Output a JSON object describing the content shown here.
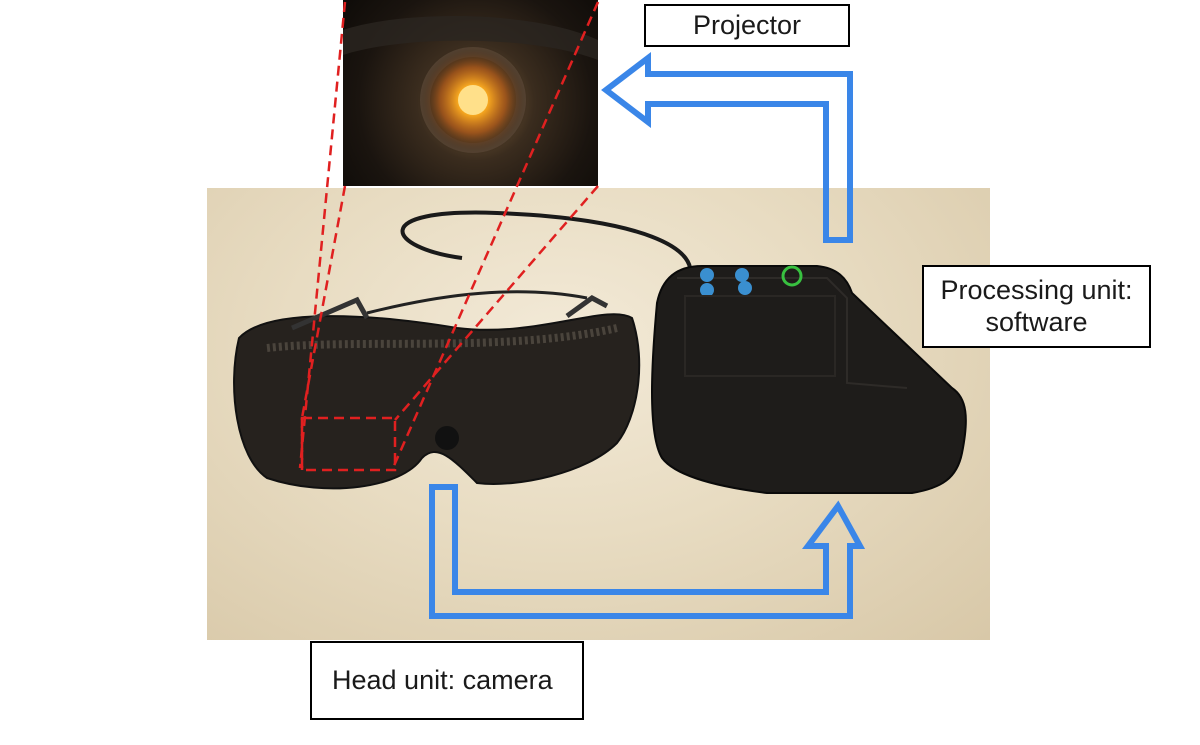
{
  "labels": {
    "projector": "Projector",
    "processing_line1": "Processing unit:",
    "processing_line2": "software",
    "head_unit": "Head unit: camera"
  },
  "colors": {
    "arrow": "#3a86e8",
    "dashed_lines": "#e02020",
    "label_border": "#000000"
  }
}
